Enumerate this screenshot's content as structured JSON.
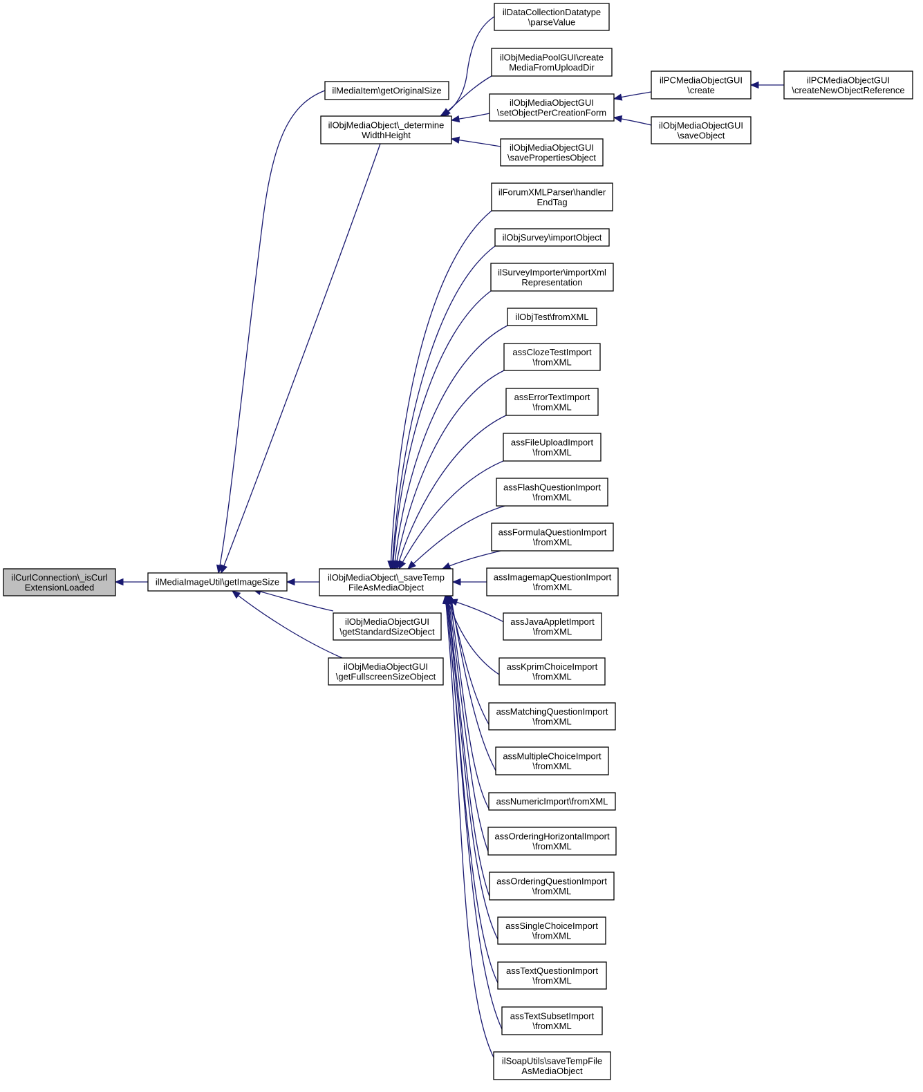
{
  "diagram": {
    "accent_color": "#191970",
    "root_fill": "#bfbfbf",
    "nodes": [
      {
        "id": "n0",
        "lines": [
          "ilCurlConnection\\_isCurl",
          "ExtensionLoaded"
        ],
        "highlight": true
      },
      {
        "id": "n1",
        "lines": [
          "ilMediaImageUtil\\getImageSize"
        ]
      },
      {
        "id": "n2",
        "lines": [
          "ilMediaItem\\getOriginalSize"
        ]
      },
      {
        "id": "n3",
        "lines": [
          "ilObjMediaObject\\_determine",
          "WidthHeight"
        ]
      },
      {
        "id": "n4",
        "lines": [
          "ilObjMediaObject\\_saveTemp",
          "FileAsMediaObject"
        ]
      },
      {
        "id": "n5",
        "lines": [
          "ilObjMediaObjectGUI",
          "\\getStandardSizeObject"
        ]
      },
      {
        "id": "n6",
        "lines": [
          "ilObjMediaObjectGUI",
          "\\getFullscreenSizeObject"
        ]
      },
      {
        "id": "n7",
        "lines": [
          "ilDataCollectionDatatype",
          "\\parseValue"
        ]
      },
      {
        "id": "n8",
        "lines": [
          "ilObjMediaPoolGUI\\create",
          "MediaFromUploadDir"
        ]
      },
      {
        "id": "n9",
        "lines": [
          "ilObjMediaObjectGUI",
          "\\setObjectPerCreationForm"
        ]
      },
      {
        "id": "n10",
        "lines": [
          "ilObjMediaObjectGUI",
          "\\savePropertiesObject"
        ]
      },
      {
        "id": "n11",
        "lines": [
          "ilPCMediaObjectGUI",
          "\\create"
        ]
      },
      {
        "id": "n12",
        "lines": [
          "ilObjMediaObjectGUI",
          "\\saveObject"
        ]
      },
      {
        "id": "n13",
        "lines": [
          "ilPCMediaObjectGUI",
          "\\createNewObjectReference"
        ]
      },
      {
        "id": "n14",
        "lines": [
          "ilForumXMLParser\\handler",
          "EndTag"
        ]
      },
      {
        "id": "n15",
        "lines": [
          "ilObjSurvey\\importObject"
        ]
      },
      {
        "id": "n16",
        "lines": [
          "ilSurveyImporter\\importXml",
          "Representation"
        ]
      },
      {
        "id": "n17",
        "lines": [
          "ilObjTest\\fromXML"
        ]
      },
      {
        "id": "n18",
        "lines": [
          "assClozeTestImport",
          "\\fromXML"
        ]
      },
      {
        "id": "n19",
        "lines": [
          "assErrorTextImport",
          "\\fromXML"
        ]
      },
      {
        "id": "n20",
        "lines": [
          "assFileUploadImport",
          "\\fromXML"
        ]
      },
      {
        "id": "n21",
        "lines": [
          "assFlashQuestionImport",
          "\\fromXML"
        ]
      },
      {
        "id": "n22",
        "lines": [
          "assFormulaQuestionImport",
          "\\fromXML"
        ]
      },
      {
        "id": "n23",
        "lines": [
          "assImagemapQuestionImport",
          "\\fromXML"
        ]
      },
      {
        "id": "n24",
        "lines": [
          "assJavaAppletImport",
          "\\fromXML"
        ]
      },
      {
        "id": "n25",
        "lines": [
          "assKprimChoiceImport",
          "\\fromXML"
        ]
      },
      {
        "id": "n26",
        "lines": [
          "assMatchingQuestionImport",
          "\\fromXML"
        ]
      },
      {
        "id": "n27",
        "lines": [
          "assMultipleChoiceImport",
          "\\fromXML"
        ]
      },
      {
        "id": "n28",
        "lines": [
          "assNumericImport\\fromXML"
        ]
      },
      {
        "id": "n29",
        "lines": [
          "assOrderingHorizontalImport",
          "\\fromXML"
        ]
      },
      {
        "id": "n30",
        "lines": [
          "assOrderingQuestionImport",
          "\\fromXML"
        ]
      },
      {
        "id": "n31",
        "lines": [
          "assSingleChoiceImport",
          "\\fromXML"
        ]
      },
      {
        "id": "n32",
        "lines": [
          "assTextQuestionImport",
          "\\fromXML"
        ]
      },
      {
        "id": "n33",
        "lines": [
          "assTextSubsetImport",
          "\\fromXML"
        ]
      },
      {
        "id": "n34",
        "lines": [
          "ilSoapUtils\\saveTempFile",
          "AsMediaObject"
        ]
      }
    ],
    "edges": [
      {
        "from": "n1",
        "to": "n0"
      },
      {
        "from": "n2",
        "to": "n1"
      },
      {
        "from": "n3",
        "to": "n1"
      },
      {
        "from": "n4",
        "to": "n1"
      },
      {
        "from": "n5",
        "to": "n1"
      },
      {
        "from": "n6",
        "to": "n1"
      },
      {
        "from": "n7",
        "to": "n3"
      },
      {
        "from": "n8",
        "to": "n3"
      },
      {
        "from": "n9",
        "to": "n3"
      },
      {
        "from": "n10",
        "to": "n3"
      },
      {
        "from": "n11",
        "to": "n9"
      },
      {
        "from": "n12",
        "to": "n9"
      },
      {
        "from": "n13",
        "to": "n11"
      },
      {
        "from": "n14",
        "to": "n4"
      },
      {
        "from": "n15",
        "to": "n4"
      },
      {
        "from": "n16",
        "to": "n4"
      },
      {
        "from": "n17",
        "to": "n4"
      },
      {
        "from": "n18",
        "to": "n4"
      },
      {
        "from": "n19",
        "to": "n4"
      },
      {
        "from": "n20",
        "to": "n4"
      },
      {
        "from": "n21",
        "to": "n4"
      },
      {
        "from": "n22",
        "to": "n4"
      },
      {
        "from": "n23",
        "to": "n4"
      },
      {
        "from": "n24",
        "to": "n4"
      },
      {
        "from": "n25",
        "to": "n4"
      },
      {
        "from": "n26",
        "to": "n4"
      },
      {
        "from": "n27",
        "to": "n4"
      },
      {
        "from": "n28",
        "to": "n4"
      },
      {
        "from": "n29",
        "to": "n4"
      },
      {
        "from": "n30",
        "to": "n4"
      },
      {
        "from": "n31",
        "to": "n4"
      },
      {
        "from": "n32",
        "to": "n4"
      },
      {
        "from": "n33",
        "to": "n4"
      },
      {
        "from": "n34",
        "to": "n4"
      }
    ]
  }
}
